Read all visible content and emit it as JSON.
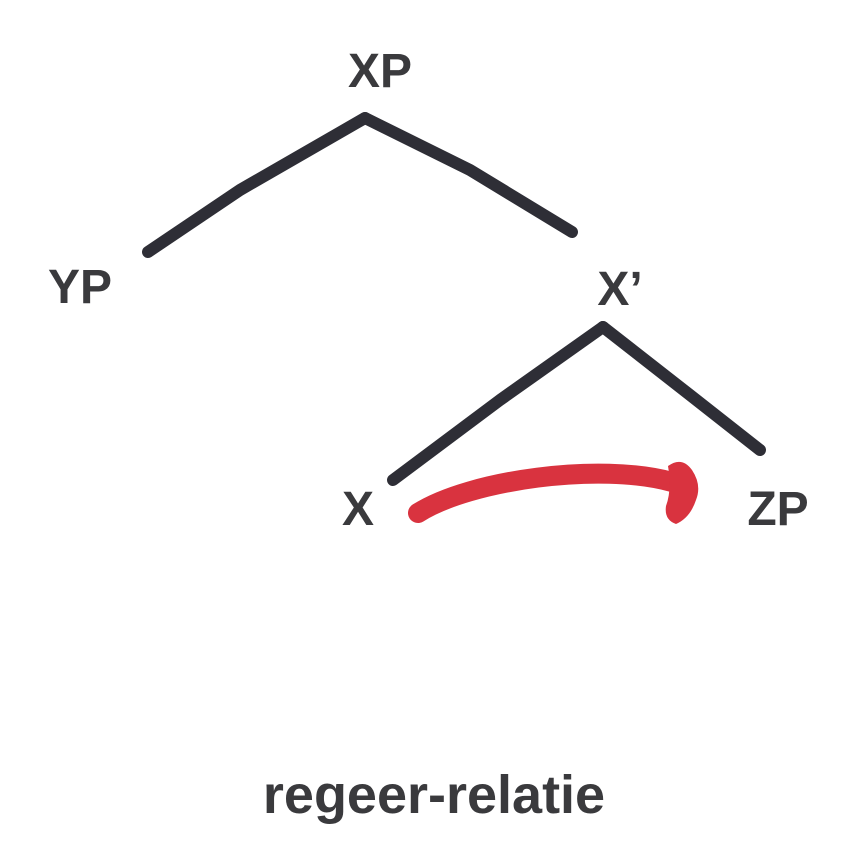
{
  "tree": {
    "nodes": {
      "root": "XP",
      "specifier": "YP",
      "bar": "X’",
      "head": "X",
      "complement": "ZP"
    },
    "edges": [
      [
        "XP",
        "YP"
      ],
      [
        "XP",
        "X’"
      ],
      [
        "X’",
        "X"
      ],
      [
        "X’",
        "ZP"
      ]
    ],
    "relation_arrow": {
      "from": "X",
      "to": "ZP",
      "color": "#d9333f"
    },
    "branch_color": "#2e2e36"
  },
  "caption": "regeer-relatie"
}
